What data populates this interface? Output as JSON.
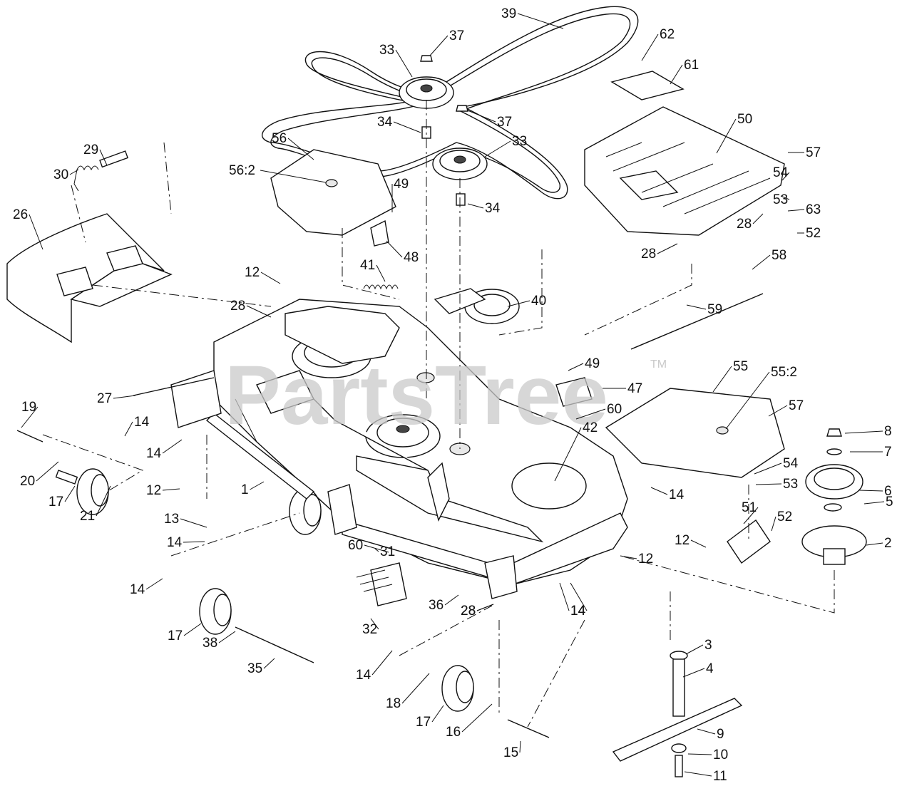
{
  "watermark": {
    "text": "PartsTree",
    "trademark": "TM"
  },
  "callouts": [
    "1",
    "2",
    "3",
    "4",
    "5",
    "6",
    "7",
    "8",
    "9",
    "10",
    "11",
    "12",
    "12",
    "12",
    "12",
    "13",
    "14",
    "14",
    "14",
    "14",
    "14",
    "14",
    "14",
    "14",
    "15",
    "16",
    "17",
    "17",
    "17",
    "18",
    "19",
    "20",
    "21",
    "26",
    "27",
    "28",
    "28",
    "28",
    "28",
    "28",
    "29",
    "30",
    "31",
    "32",
    "33",
    "33",
    "34",
    "34",
    "35",
    "36",
    "37",
    "37",
    "38",
    "39",
    "40",
    "41",
    "42",
    "47",
    "48",
    "49",
    "49",
    "50",
    "51",
    "52",
    "52",
    "53",
    "53",
    "54",
    "54",
    "55",
    "55:2",
    "56",
    "56:2",
    "57",
    "57",
    "58",
    "59",
    "60",
    "60",
    "61",
    "62",
    "63"
  ]
}
